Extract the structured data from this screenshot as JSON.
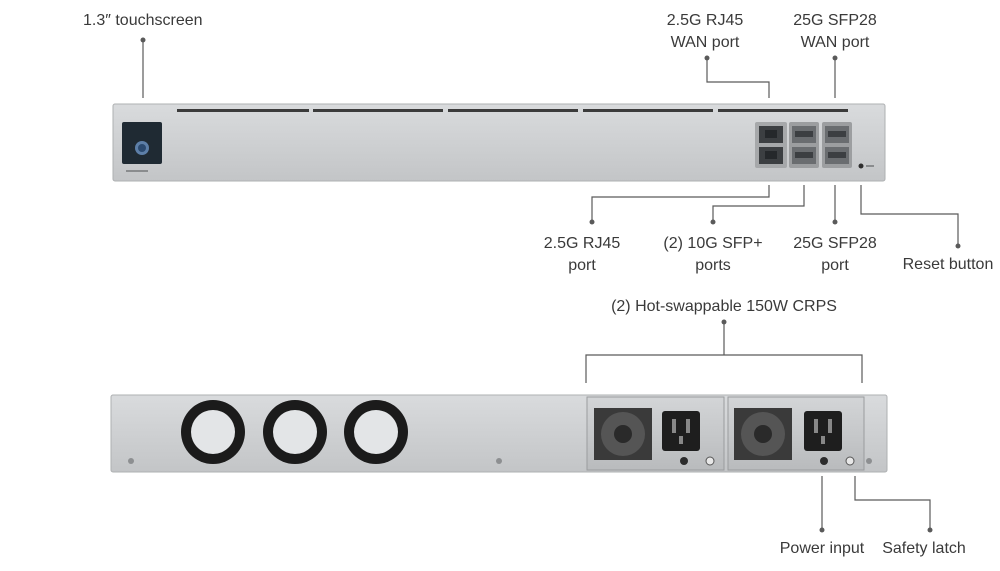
{
  "front_labels": {
    "touchscreen": "1.3″ touchscreen",
    "wan_rj45_line1": "2.5G RJ45",
    "wan_rj45_line2": "WAN port",
    "wan_sfp28_line1": "25G SFP28",
    "wan_sfp28_line2": "WAN port",
    "rj45_line1": "2.5G RJ45",
    "rj45_line2": "port",
    "sfp_plus_line1": "(2) 10G SFP+",
    "sfp_plus_line2": "ports",
    "sfp28_line1": "25G SFP28",
    "sfp28_line2": "port",
    "reset": "Reset button"
  },
  "rear_labels": {
    "psu": "(2) Hot-swappable 150W CRPS",
    "power_input": "Power input",
    "safety_latch": "Safety latch"
  },
  "colors": {
    "chassis": "#c9cbcd",
    "chassis_edge": "#a9abad",
    "screen": "#1f2a33",
    "port_dark": "#3c3f42",
    "fan": "#1b1b1b",
    "leader": "#5a5a5a"
  }
}
